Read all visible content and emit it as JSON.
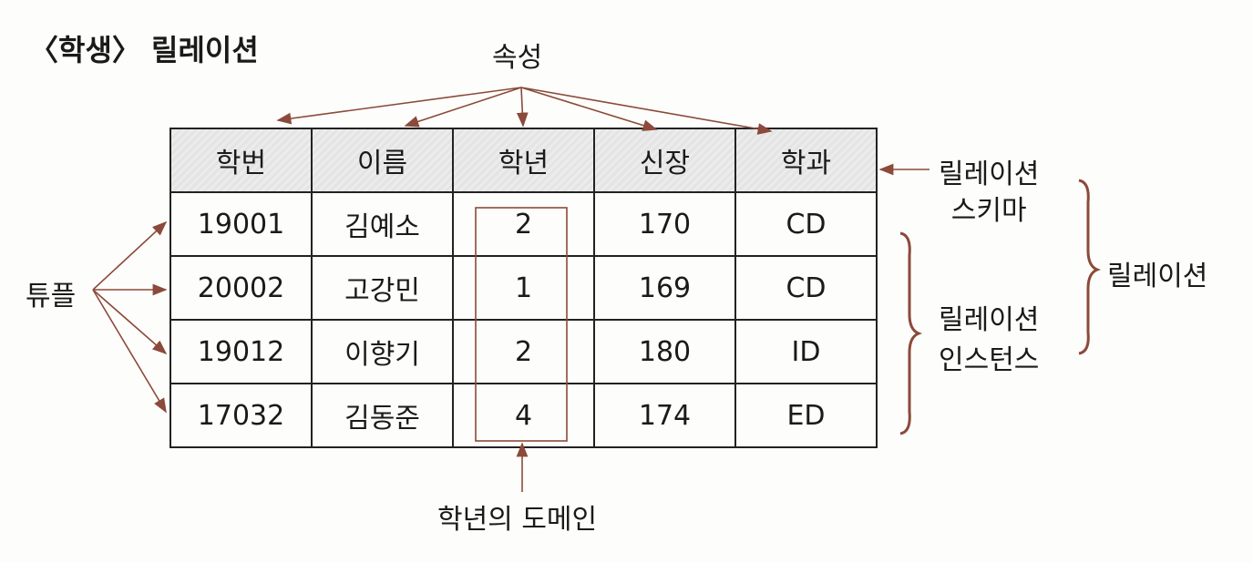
{
  "title": "〈학생〉 릴레이션",
  "labels": {
    "attribute": "속성",
    "tuple": "튜플",
    "schema_line1": "릴레이션",
    "schema_line2": "스키마",
    "instance_line1": "릴레이션",
    "instance_line2": "인스턴스",
    "relation": "릴레이션",
    "domain": "학년의 도메인"
  },
  "table": {
    "headers": [
      "학번",
      "이름",
      "학년",
      "신장",
      "학과"
    ],
    "rows": [
      [
        "19001",
        "김예소",
        "2",
        "170",
        "CD"
      ],
      [
        "20002",
        "고강민",
        "1",
        "169",
        "CD"
      ],
      [
        "19012",
        "이향기",
        "2",
        "180",
        "ID"
      ],
      [
        "17032",
        "김동준",
        "4",
        "174",
        "ED"
      ]
    ]
  },
  "colors": {
    "arrow": "#8b4a3a",
    "header_bg": "#e8e8e8"
  }
}
